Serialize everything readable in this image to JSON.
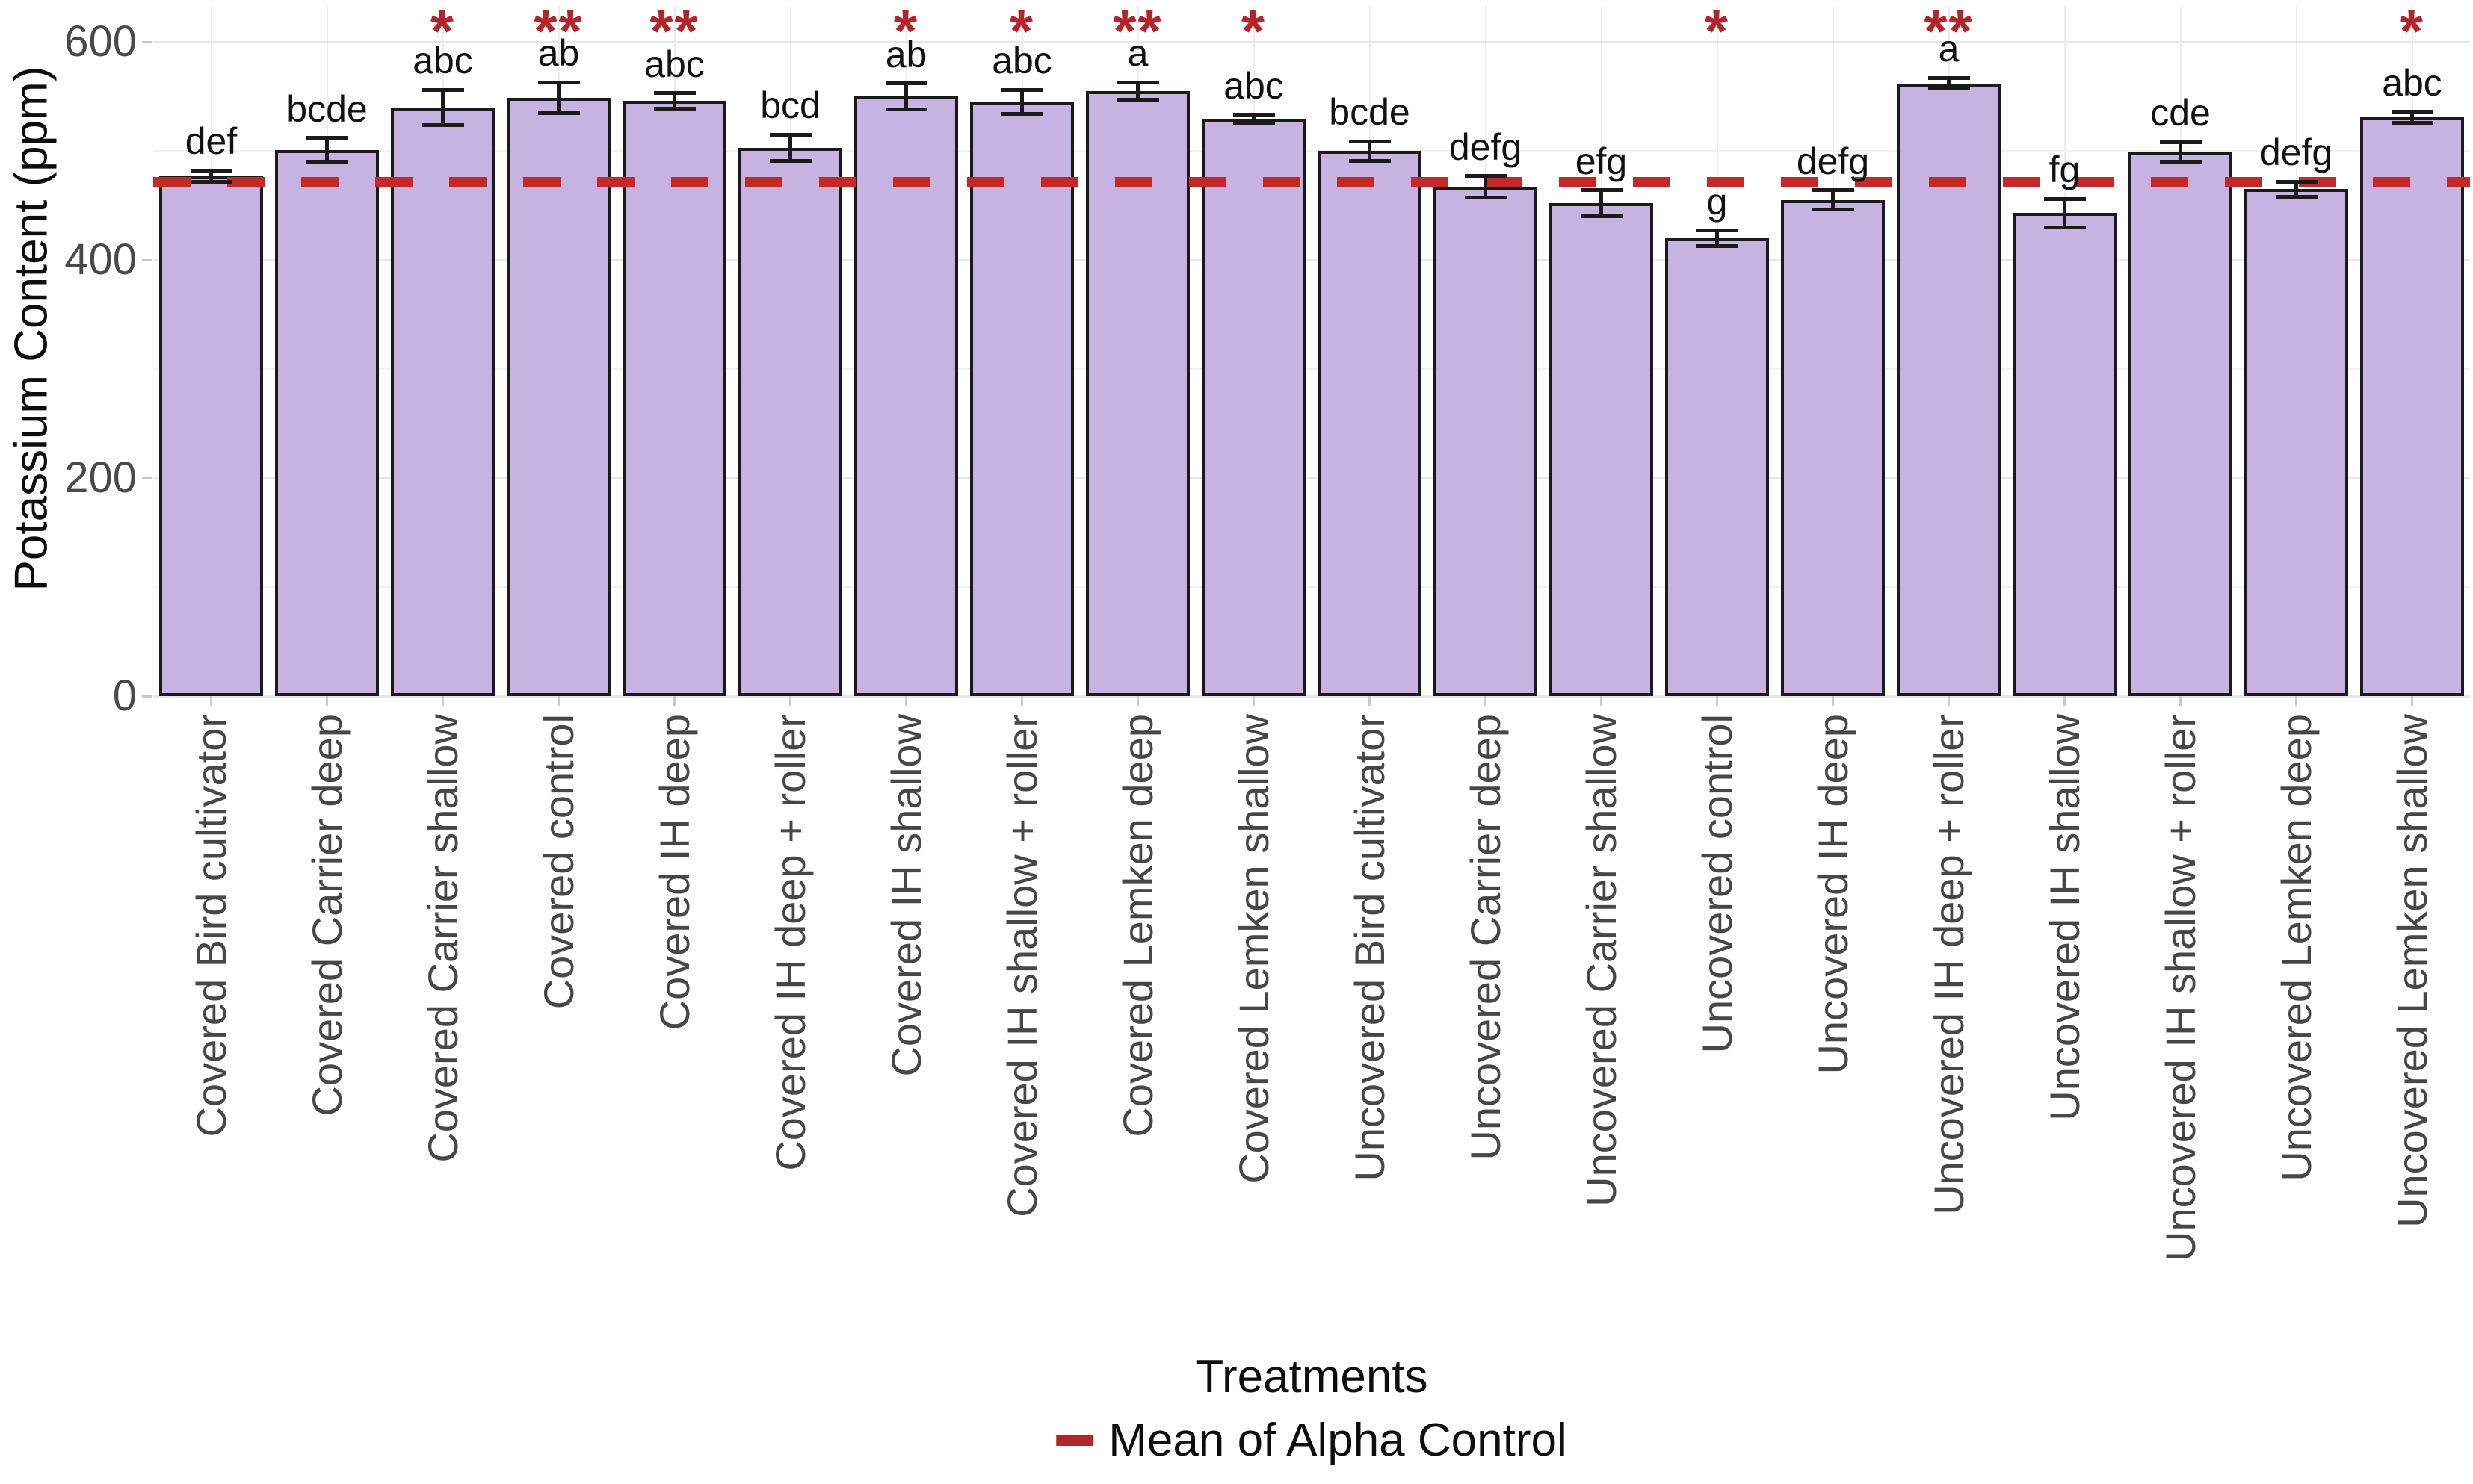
{
  "chart_data": {
    "type": "bar",
    "title": "",
    "ylabel": "Potassium Content (ppm)",
    "xlabel": "Treatments",
    "ylim": [
      0,
      633
    ],
    "yticks": [
      0,
      200,
      400,
      600
    ],
    "minor_gridlines": [
      100,
      300,
      500
    ],
    "grid": "horizontal major and minor gridlines, faint vertical gridline at each category",
    "legend": {
      "label": "Mean of Alpha Control",
      "position": "bottom-center"
    },
    "reference_line": {
      "value": 471,
      "style": "dashed",
      "color": "#bf2a2b"
    },
    "colors": {
      "bar_fill": "#c6b3e2",
      "bar_border": "#1a1a1a",
      "reference_line": "#bf2a2b",
      "significance": "#b2262b",
      "axis_text": "#474747"
    },
    "categories": [
      "Covered Bird cultivator",
      "Covered Carrier deep",
      "Covered Carrier shallow",
      "Covered control",
      "Covered IH deep",
      "Covered IH deep + roller",
      "Covered IH shallow",
      "Covered IH shallow + roller",
      "Covered Lemken deep",
      "Covered Lemken shallow",
      "Uncovered Bird cultivator",
      "Uncovered Carrier deep",
      "Uncovered Carrier shallow",
      "Uncovered control",
      "Uncovered IH deep",
      "Uncovered IH deep + roller",
      "Uncovered IH shallow",
      "Uncovered IH shallow + roller",
      "Uncovered Lemken deep",
      "Uncovered Lemken shallow"
    ],
    "bars": [
      {
        "label": "Covered Bird cultivator",
        "value": 477,
        "error": 5,
        "letter": "def",
        "stars": ""
      },
      {
        "label": "Covered Carrier deep",
        "value": 501,
        "error": 11,
        "letter": "bcde",
        "stars": ""
      },
      {
        "label": "Covered Carrier shallow",
        "value": 540,
        "error": 16,
        "letter": "abc",
        "stars": "*"
      },
      {
        "label": "Covered control",
        "value": 549,
        "error": 14,
        "letter": "ab",
        "stars": "**"
      },
      {
        "label": "Covered IH deep",
        "value": 546,
        "error": 7,
        "letter": "abc",
        "stars": "**"
      },
      {
        "label": "Covered IH deep + roller",
        "value": 503,
        "error": 12,
        "letter": "bcd",
        "stars": ""
      },
      {
        "label": "Covered IH shallow",
        "value": 550,
        "error": 12,
        "letter": "ab",
        "stars": "*"
      },
      {
        "label": "Covered IH shallow + roller",
        "value": 545,
        "error": 11,
        "letter": "abc",
        "stars": "*"
      },
      {
        "label": "Covered Lemken deep",
        "value": 555,
        "error": 8,
        "letter": "a",
        "stars": "**"
      },
      {
        "label": "Covered Lemken shallow",
        "value": 529,
        "error": 4,
        "letter": "abc",
        "stars": "*"
      },
      {
        "label": "Uncovered Bird cultivator",
        "value": 500,
        "error": 9,
        "letter": "bcde",
        "stars": ""
      },
      {
        "label": "Uncovered Carrier deep",
        "value": 467,
        "error": 10,
        "letter": "defg",
        "stars": ""
      },
      {
        "label": "Uncovered Carrier shallow",
        "value": 452,
        "error": 12,
        "letter": "efg",
        "stars": ""
      },
      {
        "label": "Uncovered control",
        "value": 420,
        "error": 7,
        "letter": "g",
        "stars": "*"
      },
      {
        "label": "Uncovered IH deep",
        "value": 455,
        "error": 9,
        "letter": "defg",
        "stars": ""
      },
      {
        "label": "Uncovered IH deep + roller",
        "value": 562,
        "error": 5,
        "letter": "a",
        "stars": "**"
      },
      {
        "label": "Uncovered IH shallow",
        "value": 443,
        "error": 13,
        "letter": "fg",
        "stars": ""
      },
      {
        "label": "Uncovered IH shallow + roller",
        "value": 499,
        "error": 9,
        "letter": "cde",
        "stars": ""
      },
      {
        "label": "Uncovered Lemken deep",
        "value": 465,
        "error": 7,
        "letter": "defg",
        "stars": ""
      },
      {
        "label": "Uncovered Lemken shallow",
        "value": 531,
        "error": 5,
        "letter": "abc",
        "stars": "*"
      }
    ]
  }
}
